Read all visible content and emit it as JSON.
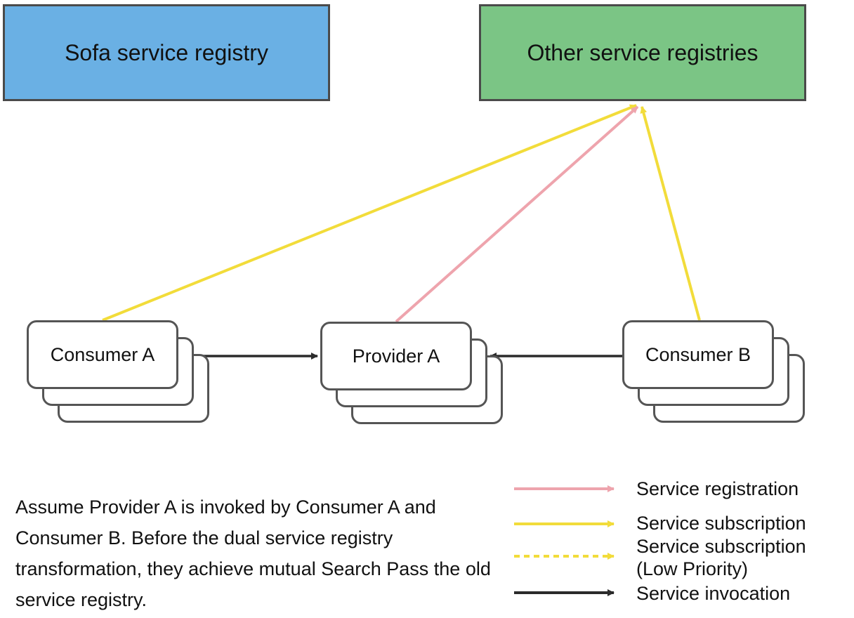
{
  "registries": {
    "sofa": "Sofa service registry",
    "other": "Other service registries"
  },
  "nodes": {
    "consumer_a": "Consumer A",
    "provider_a": "Provider A",
    "consumer_b": "Consumer B"
  },
  "caption": "Assume Provider A is invoked by Consumer A and Consumer B. Before the dual service registry transformation, they achieve mutual Search Pass the old service registry.",
  "legend": {
    "registration": "Service registration",
    "subscription": "Service subscription",
    "subscription_low_line1": "Service subscription",
    "subscription_low_line2": "(Low Priority)",
    "invocation": "Service invocation"
  },
  "colors": {
    "sofa_registry": "#6ab0e4",
    "other_registry": "#7bc585",
    "registration": "#eea4ad",
    "subscription": "#f2dc3a",
    "invocation": "#2b2b2b"
  }
}
